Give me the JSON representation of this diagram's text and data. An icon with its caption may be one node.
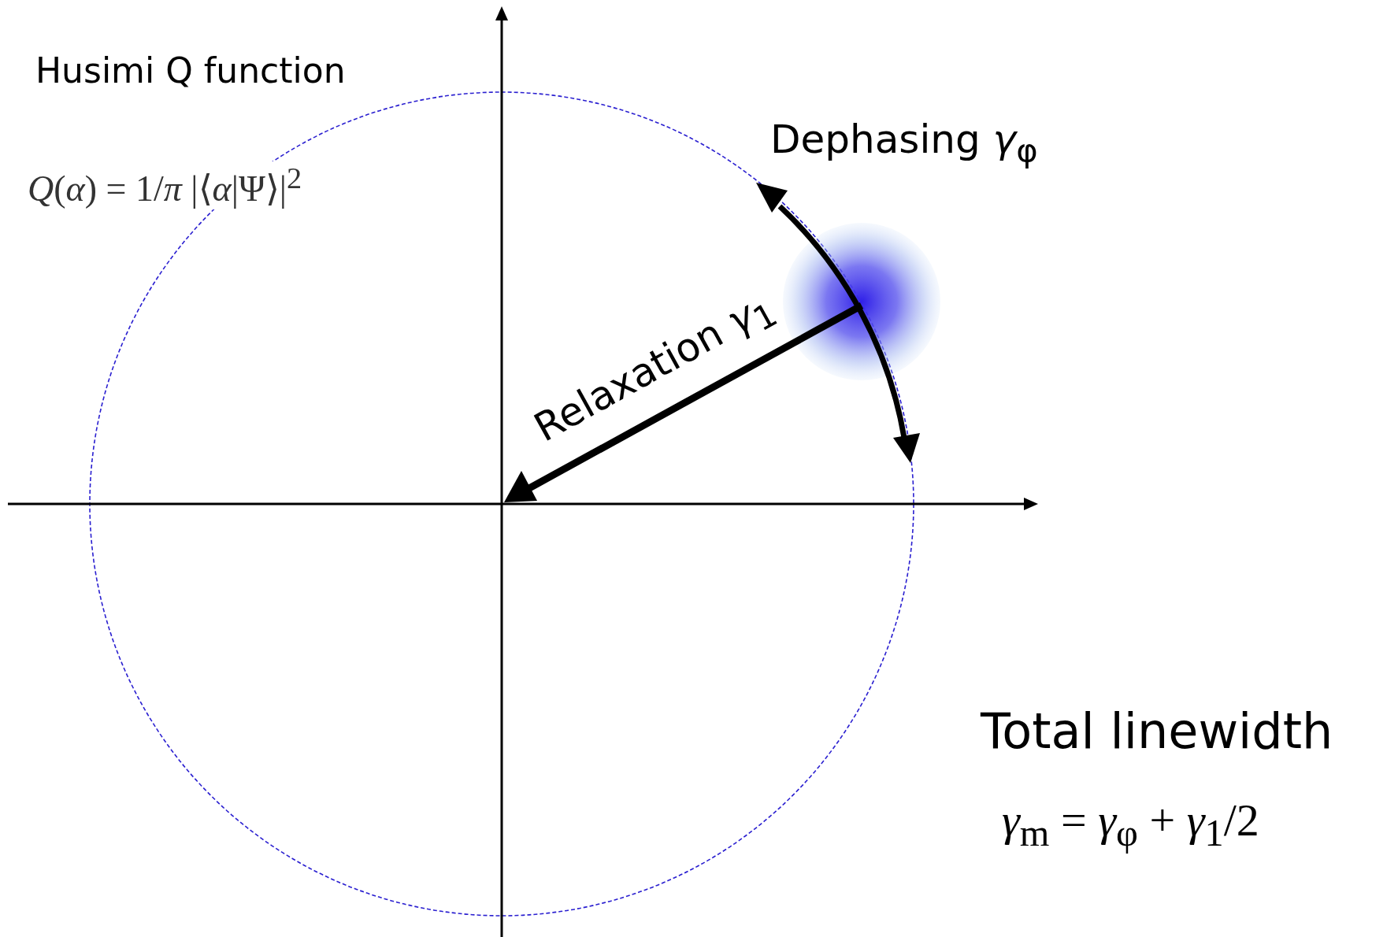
{
  "diagram": {
    "nodes": [
      {
        "text": [],
        "shape": "circle"
      }
    ],
    "labels": [
      "Husimi Q function",
      "*Q*(*α*) = 1/*π* |⟨*α*|Ψ⟩|$^{2}$",
      "Dephasing *γ*$_{φ}$",
      "Relaxation *γ*$_{1}$",
      "Total linewidth",
      "*γ*$_{m}$ = *γ*$_{φ}$ + *γ*$_{1}$/2"
    ]
  }
}
